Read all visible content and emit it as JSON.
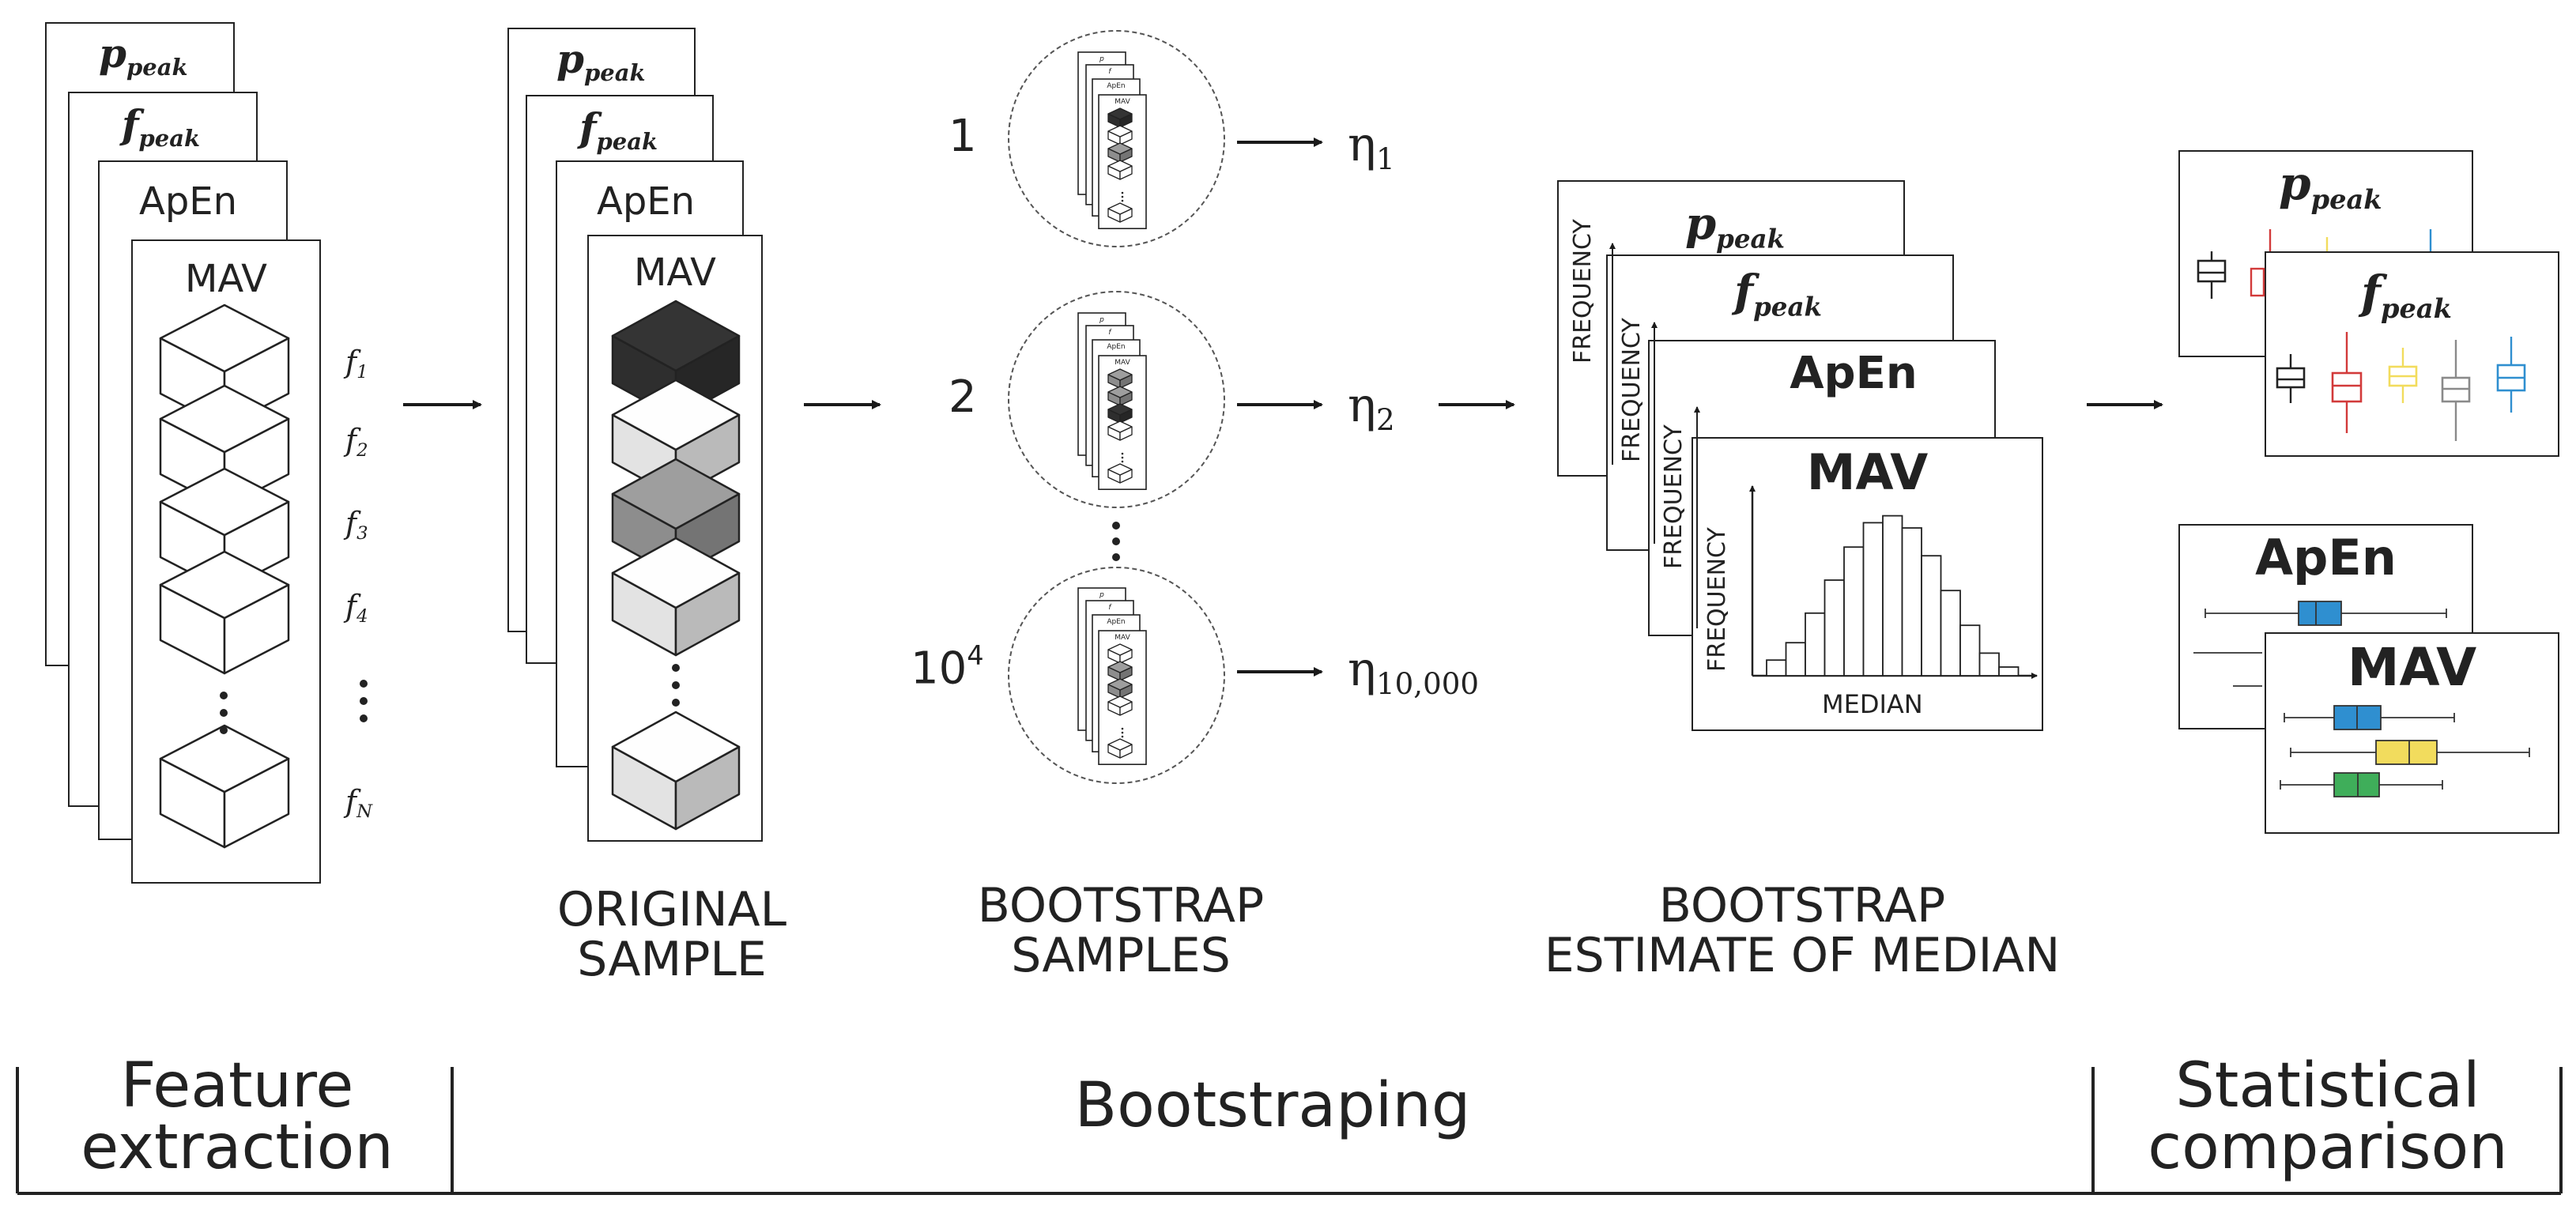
{
  "feature_labels": {
    "p_main": "p",
    "p_sub": "peak",
    "f_main": "f",
    "f_sub": "peak",
    "apen": "ApEn",
    "mav": "MAV"
  },
  "frame_labels": {
    "f1": "f",
    "f1_sub": "1",
    "f2": "f",
    "f2_sub": "2",
    "f3": "f",
    "f3_sub": "3",
    "f4": "f",
    "f4_sub": "4",
    "fN": "f",
    "fN_sub": "N"
  },
  "bootstrap_indices": {
    "first": "1",
    "second": "2",
    "last_base": "10",
    "last_exp": "4"
  },
  "estimates": {
    "eta": "η",
    "eta1_sub": "1",
    "eta2_sub": "2",
    "etaN_sub": "10,000"
  },
  "histogram": {
    "ylabel": "FREQUENCY",
    "xlabel": "MEDIAN",
    "bar_heights": [
      0.09,
      0.19,
      0.36,
      0.55,
      0.74,
      0.88,
      0.92,
      0.85,
      0.69,
      0.49,
      0.29,
      0.13,
      0.05
    ]
  },
  "captions": {
    "original_1": "ORIGINAL",
    "original_2": "SAMPLE",
    "boot_1": "BOOTSTRAP",
    "boot_2": "SAMPLES",
    "est_1": "BOOTSTRAP",
    "est_2": "ESTIMATE OF MEDIAN"
  },
  "phases": {
    "feature_1": "Feature",
    "feature_2": "extraction",
    "bootstrap": "Bootstraping",
    "stat_1": "Statistical",
    "stat_2": "comparison"
  },
  "colors": {
    "box_black": "#222222",
    "box_red": "#d23a3a",
    "box_yellow": "#f2dc5d",
    "box_gray": "#8a8a8a",
    "box_blue": "#2f8fd0",
    "box_green": "#3fae5a",
    "cube_dark": "#2e2e2e",
    "cube_mid": "#8d8d8d",
    "cube_light": "#e3e3e3"
  }
}
